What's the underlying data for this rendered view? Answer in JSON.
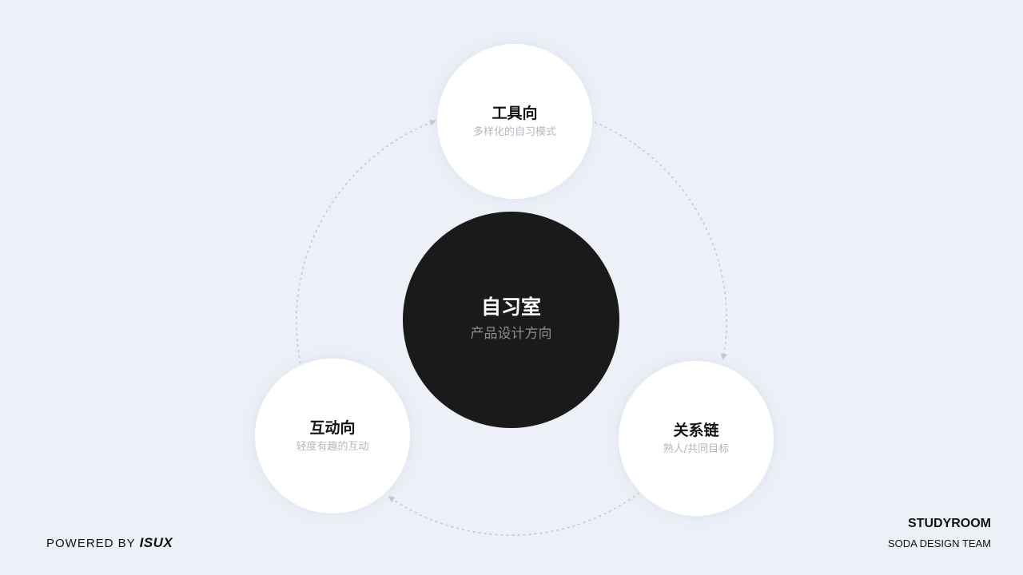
{
  "center": {
    "title": "自习室",
    "subtitle": "产品设计方向"
  },
  "nodes": {
    "top": {
      "title": "工具向",
      "subtitle": "多样化的自习模式"
    },
    "right": {
      "title": "关系链",
      "subtitle": "熟人/共同目标"
    },
    "left": {
      "title": "互动向",
      "subtitle": "轻度有趣的互动"
    }
  },
  "footer": {
    "powered_prefix": "POWERED BY ",
    "powered_brand": "ISUX",
    "project_name": "STUDYROOM",
    "team_name": "SODA DESIGN TEAM"
  },
  "colors": {
    "background": "#edf1f7",
    "center_fill": "#1a1a1a",
    "node_fill": "#ffffff",
    "connector": "#c3c7cd"
  }
}
